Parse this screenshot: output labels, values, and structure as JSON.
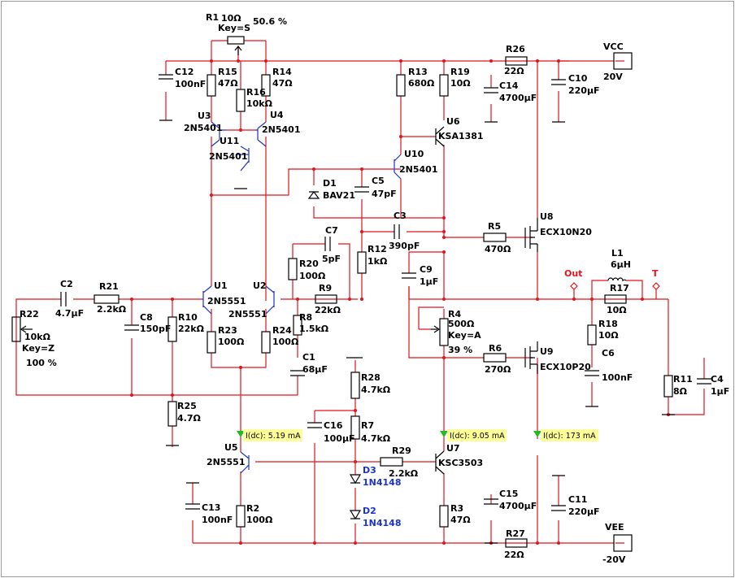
{
  "labels": {
    "R1": [
      "R1",
      "10Ω",
      "Key=S",
      "50.6 %"
    ],
    "C12": [
      "C12",
      "100nF"
    ],
    "R15": [
      "R15",
      "47Ω"
    ],
    "R16": [
      "R16",
      "10kΩ"
    ],
    "R14": [
      "R14",
      "47Ω"
    ],
    "U3": [
      "U3",
      "2N5401"
    ],
    "U4": [
      "U4",
      "2N5401"
    ],
    "U11": [
      "U11",
      "2N5401"
    ],
    "R13": [
      "R13",
      "680Ω"
    ],
    "R19": [
      "R19",
      "10Ω"
    ],
    "U6": [
      "U6",
      "KSA1381"
    ],
    "R26": [
      "R26",
      "22Ω"
    ],
    "C14": [
      "C14",
      "4700µF"
    ],
    "C10": [
      "C10",
      "220µF"
    ],
    "VCC": [
      "VCC",
      "20V"
    ],
    "U10": [
      "U10",
      "2N5401"
    ],
    "D1": [
      "D1",
      "BAV21"
    ],
    "C5": [
      "C5",
      "47pF"
    ],
    "C3": [
      "C3",
      "390pF"
    ],
    "R5": [
      "R5",
      "470Ω"
    ],
    "U8": [
      "U8",
      "ECX10N20"
    ],
    "C7": [
      "C7",
      "5pF"
    ],
    "R12": [
      "R12",
      "1kΩ"
    ],
    "R20": [
      "R20",
      "100Ω"
    ],
    "C9": [
      "C9",
      "1µF"
    ],
    "L1": [
      "L1",
      "6µH"
    ],
    "R17": [
      "R17",
      "10Ω"
    ],
    "Out": [
      "Out"
    ],
    "T": [
      "T"
    ],
    "C2": [
      "C2",
      "4.7µF"
    ],
    "R21": [
      "R21",
      "2.2kΩ"
    ],
    "U1": [
      "U1",
      "2N5551"
    ],
    "U2": [
      "U2",
      "2N5551"
    ],
    "R9": [
      "R9",
      "22kΩ"
    ],
    "R22": [
      "R22",
      "10kΩ",
      "Key=Z",
      "100 %"
    ],
    "C8": [
      "C8",
      "150pF"
    ],
    "R10": [
      "R10",
      "22kΩ"
    ],
    "R23": [
      "R23",
      "100Ω"
    ],
    "R24": [
      "R24",
      "100Ω"
    ],
    "R8": [
      "R8",
      "1.5kΩ"
    ],
    "R4": [
      "R4",
      "500Ω",
      "Key=A",
      "39 %"
    ],
    "R18": [
      "R18",
      "10Ω"
    ],
    "C1": [
      "C1",
      "68µF"
    ],
    "R6": [
      "R6",
      "270Ω"
    ],
    "U9": [
      "U9",
      "ECX10P20"
    ],
    "C6": [
      "C6",
      "100nF"
    ],
    "R11": [
      "R11",
      "8Ω"
    ],
    "C4": [
      "C4",
      "1µF"
    ],
    "R25": [
      "R25",
      "4.7Ω"
    ],
    "R28": [
      "R28",
      "4.7kΩ"
    ],
    "C16": [
      "C16",
      "100µF"
    ],
    "R7": [
      "R7",
      "4.7kΩ"
    ],
    "U5": [
      "U5",
      "2N5551"
    ],
    "R29": [
      "R29",
      "2.2kΩ"
    ],
    "U7": [
      "U7",
      "KSC3503"
    ],
    "D3": [
      "D3",
      "1N4148"
    ],
    "D2": [
      "D2",
      "1N4148"
    ],
    "C13": [
      "C13",
      "100nF"
    ],
    "R2": [
      "R2",
      "100Ω"
    ],
    "R3": [
      "R3",
      "47Ω"
    ],
    "C15": [
      "C15",
      "4700µF"
    ],
    "C11": [
      "C11",
      "220µF"
    ],
    "R27": [
      "R27",
      "22Ω"
    ],
    "VEE": [
      "VEE",
      "-20V"
    ]
  },
  "probes": {
    "p1": "I(dc): 5.19 mA",
    "p2": "I(dc): 9.05 mA",
    "p3": "I(dc): 173 mA"
  },
  "colors": {
    "wire": "#e0141e",
    "component": "#000000",
    "small_signal_transistor": "#1a33cc",
    "probe_marker": "#22bb22",
    "probe_label_bg": "#ffff99"
  }
}
